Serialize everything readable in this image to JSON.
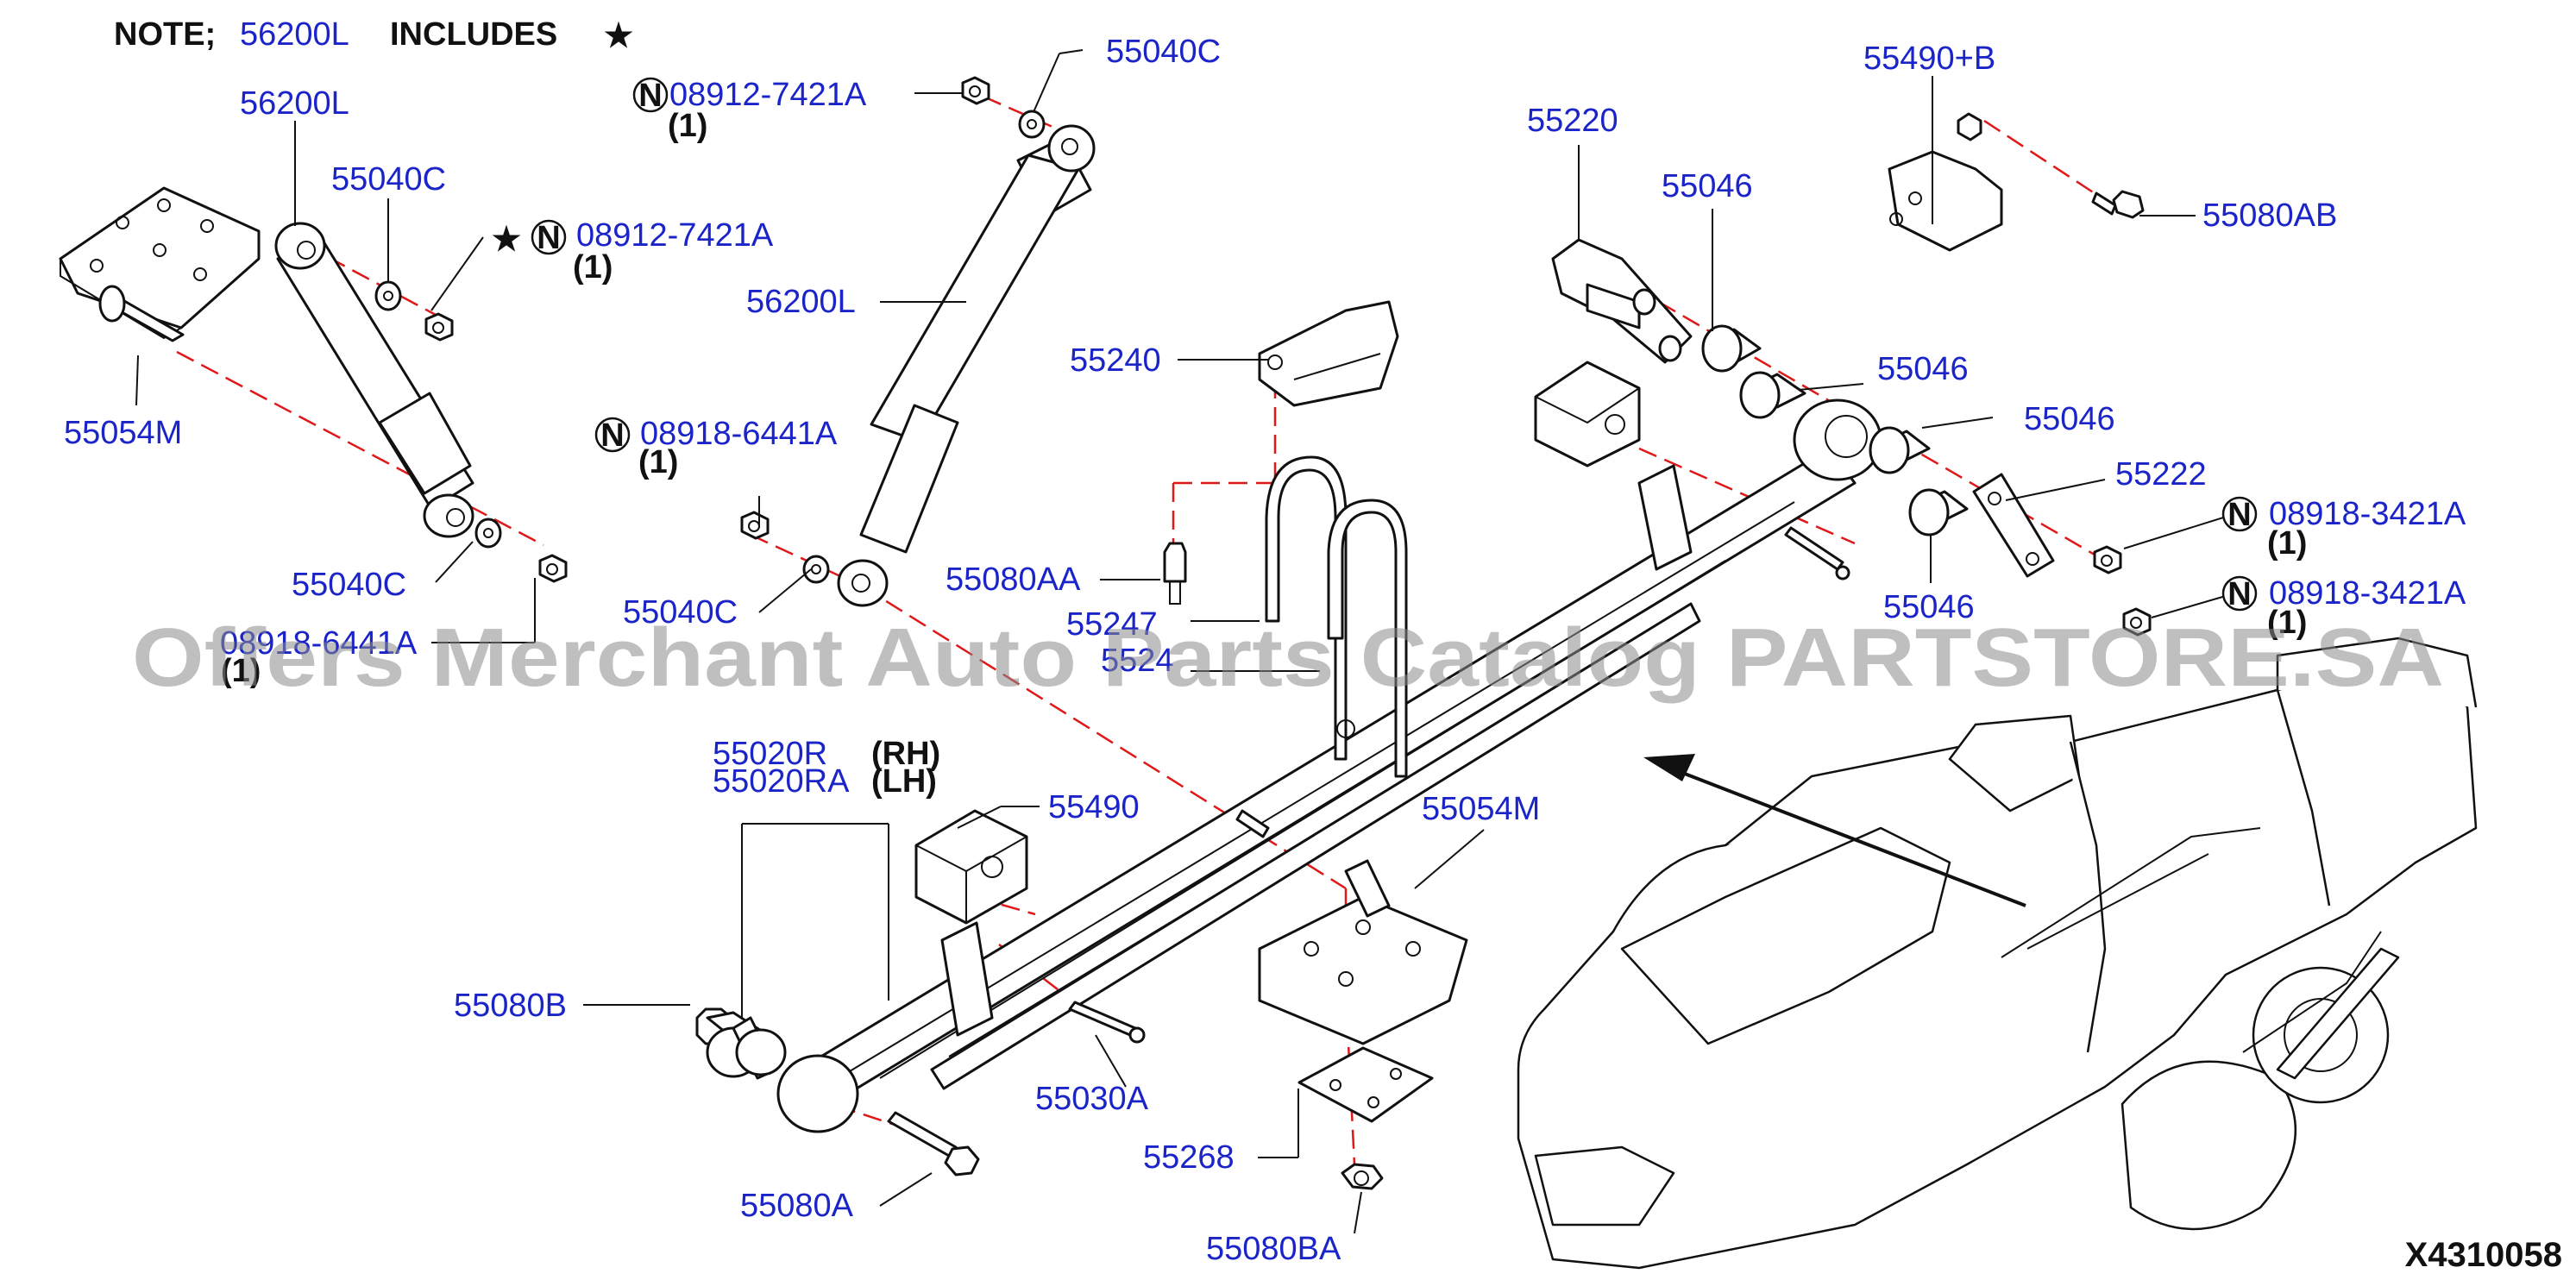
{
  "colors": {
    "part_number": "#1a24c8",
    "axis_line": "#e01818",
    "text": "#111111",
    "watermark": "#8a8a8a"
  },
  "note": {
    "prefix": "NOTE;",
    "part": "56200L",
    "includes": "INCLUDES",
    "star": "★"
  },
  "nut_symbol": "N",
  "labels": {
    "p56200L_top": "56200L",
    "p55040C_a": "55040C",
    "p08912_a": "08912-7421A",
    "p08912_a_qty": "(1)",
    "p55054M_a": "55054M",
    "p55040C_b": "55040C",
    "p08918_6441A_a": "08918-6441A",
    "p08918_6441A_a_qty": "(1)",
    "p08912_b": "08912-7421A",
    "p08912_b_qty": "(1)",
    "p55040C_c": "55040C",
    "p56200L_mid": "56200L",
    "p55240": "55240",
    "p08918_6441A_b": "08918-6441A",
    "p08918_6441A_b_qty": "(1)",
    "p55040C_d": "55040C",
    "p55080AA": "55080AA",
    "p55247": "55247",
    "p55247_b": "5524",
    "p55020R": "55020R",
    "p55020R_side": "(RH)",
    "p55020RA": "55020RA",
    "p55020RA_side": "(LH)",
    "p55490": "55490",
    "p55080B": "55080B",
    "p55030A": "55030A",
    "p55080A": "55080A",
    "p55054M_b": "55054M",
    "p55268": "55268",
    "p55080BA": "55080BA",
    "p55220": "55220",
    "p55046_a": "55046",
    "p55046_b": "55046",
    "p55046_c": "55046",
    "p55046_d": "55046",
    "p55222": "55222",
    "p08918_3421A_a": "08918-3421A",
    "p08918_3421A_a_qty": "(1)",
    "p08918_3421A_b": "08918-3421A",
    "p08918_3421A_b_qty": "(1)",
    "p55490B": "55490+B",
    "p55080AB": "55080AB"
  },
  "watermark": "Offers Merchant Auto Parts Catalog PARTSTORE.SA",
  "diagram_code": "X4310058"
}
